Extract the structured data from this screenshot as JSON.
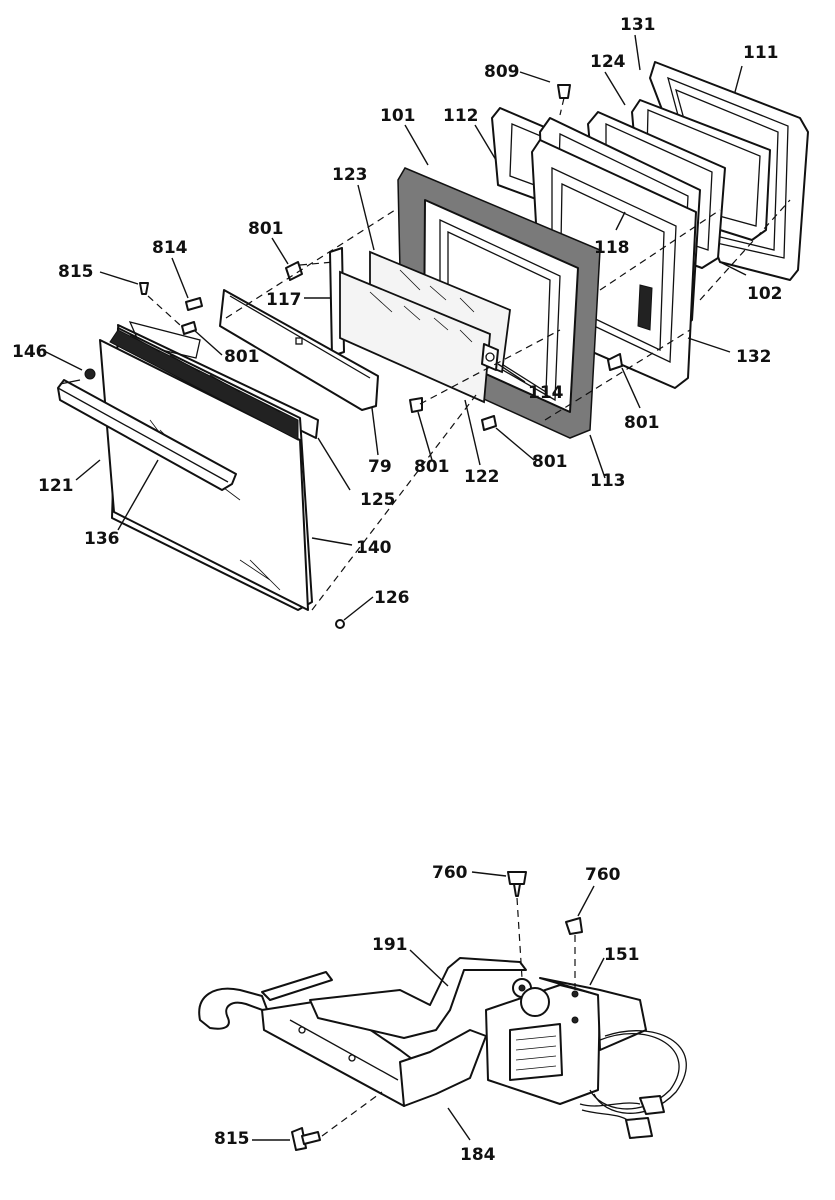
{
  "door_assembly": {
    "callouts": [
      {
        "id": "c111",
        "text": "111"
      },
      {
        "id": "c131",
        "text": "131"
      },
      {
        "id": "c809",
        "text": "809"
      },
      {
        "id": "c124",
        "text": "124"
      },
      {
        "id": "c101",
        "text": "101"
      },
      {
        "id": "c112",
        "text": "112"
      },
      {
        "id": "c123",
        "text": "123"
      },
      {
        "id": "c118",
        "text": "118"
      },
      {
        "id": "c102",
        "text": "102"
      },
      {
        "id": "c801a",
        "text": "801"
      },
      {
        "id": "c814",
        "text": "814"
      },
      {
        "id": "c815a",
        "text": "815"
      },
      {
        "id": "c117",
        "text": "117"
      },
      {
        "id": "c132",
        "text": "132"
      },
      {
        "id": "c146",
        "text": "146"
      },
      {
        "id": "c801b",
        "text": "801"
      },
      {
        "id": "c114",
        "text": "114"
      },
      {
        "id": "c801c",
        "text": "801"
      },
      {
        "id": "c79",
        "text": "79"
      },
      {
        "id": "c801d",
        "text": "801"
      },
      {
        "id": "c801e",
        "text": "801"
      },
      {
        "id": "c121",
        "text": "121"
      },
      {
        "id": "c122",
        "text": "122"
      },
      {
        "id": "c113",
        "text": "113"
      },
      {
        "id": "c125",
        "text": "125"
      },
      {
        "id": "c136",
        "text": "136"
      },
      {
        "id": "c140",
        "text": "140"
      },
      {
        "id": "c126",
        "text": "126"
      }
    ]
  },
  "lock_assembly": {
    "callouts": [
      {
        "id": "c760a",
        "text": "760"
      },
      {
        "id": "c760b",
        "text": "760"
      },
      {
        "id": "c191",
        "text": "191"
      },
      {
        "id": "c151",
        "text": "151"
      },
      {
        "id": "c815b",
        "text": "815"
      },
      {
        "id": "c184",
        "text": "184"
      }
    ]
  }
}
